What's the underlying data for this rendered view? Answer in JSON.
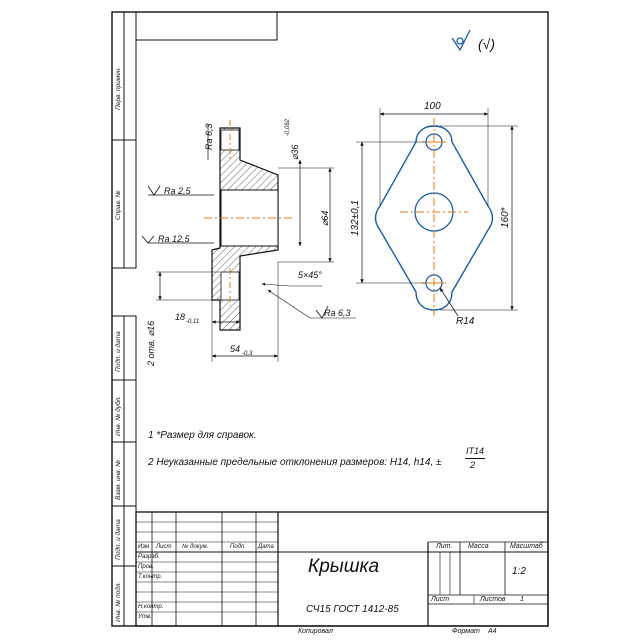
{
  "symbols": {
    "roughness_general": "∀",
    "roughness_other": "(√)"
  },
  "left_strip": {
    "perv_primen": "Перв. примен.",
    "sprav_no": "Справ. №",
    "podp_data_1": "Подп. и дата",
    "inv_dubl": "Инв. № дубл.",
    "vzam_inv": "Взам. инв. №",
    "podp_data_2": "Подп. и дата",
    "inv_podl": "Инв. № подл."
  },
  "drawing": {
    "ra_top": "Ra 6,3",
    "ra_25": "Ra 2,5",
    "ra_125": "Ra 12,5",
    "ra_63_right": "Ra 6,3",
    "d36": "⌀36",
    "d36_tol": "-0,062",
    "d64": "⌀64",
    "chamfer": "5×45°",
    "dim_18": "18",
    "dim_18_tol": "-0,11",
    "holes": "2 отв. ⌀16",
    "dim_54": "54",
    "dim_54_tol": "-0,3",
    "dim_100": "100",
    "dim_132": "132±0,1",
    "dim_160": "160*",
    "r14": "R14"
  },
  "notes": {
    "note1": "1  *Размер для справок.",
    "note2": "2  Неуказанные предельные отклонения размеров: H14, h14, ±",
    "frac_num": "IT14",
    "frac_den": "2"
  },
  "title_block": {
    "name": "Крышка",
    "material": "СЧ15 ГОСТ 1412-85",
    "col_izm": "Изм",
    "col_list": "Лист",
    "col_docno": "№ докум.",
    "col_podp": "Подп.",
    "col_data": "Дата",
    "row_razrab": "Разраб.",
    "row_prov": "Пров.",
    "row_tkontr": "Т.контр.",
    "row_nkontr": "Н.контр.",
    "row_utv": "Утв.",
    "lit": "Лит.",
    "massa": "Масса",
    "masshtab": "Масштаб",
    "scale": "1:2",
    "list": "Лист",
    "listov": "Листов",
    "listov_value": "1",
    "kopiroval": "Копировал",
    "format": "Формат",
    "format_value": "А4"
  }
}
